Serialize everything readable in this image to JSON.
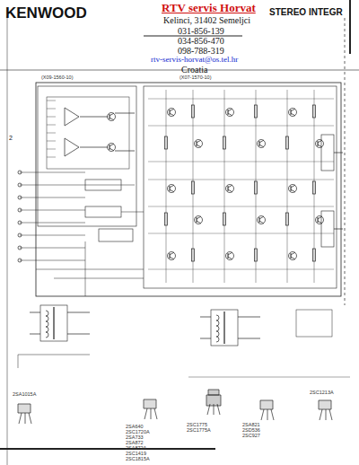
{
  "diagram": {
    "labels": [
      "KENWOOD",
      "RTV servis Horvat",
      "Kelinci, 31402 Semeljci",
      "031-856-139",
      "034-856-470",
      "098-788-319",
      "rtv-servis-horvat@os.tel.hr",
      "Croatia",
      "STEREO INTEGR",
      "2",
      "(X09-1560-10)",
      "(X07-1570-10)",
      "2SA1015A",
      "2SA640 2SC1720A 2SA733 2SA872 2SA872A 2SC1419 2SC1815A",
      "2SC1775 2SC1775A",
      "2SA821 2SD536 2SC927",
      "2SC1213A"
    ]
  }
}
